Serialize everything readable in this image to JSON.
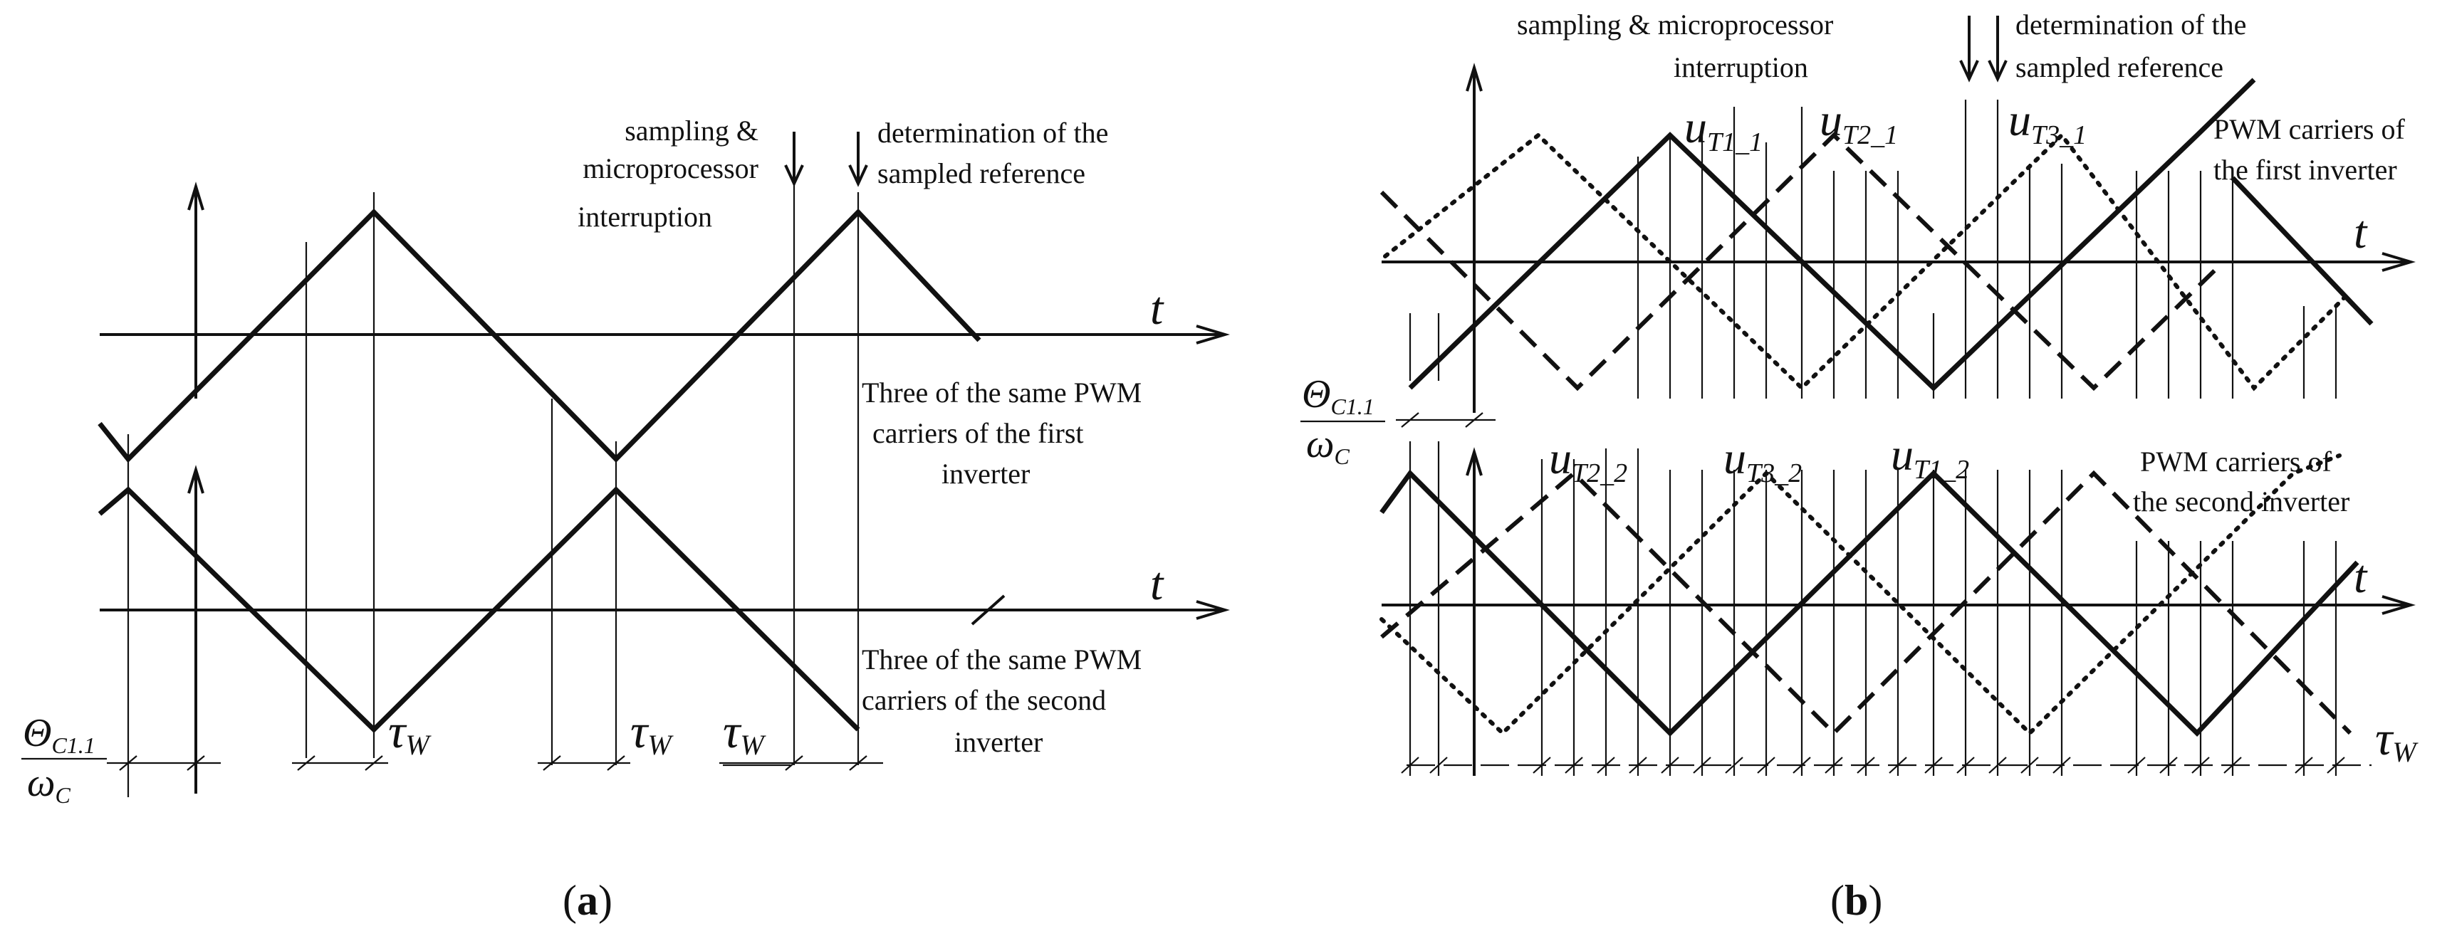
{
  "panel_a": {
    "label_open": "(",
    "label_letter": "a",
    "label_close": ")",
    "axis_symbol": "t",
    "sampling_lines": [
      "sampling &",
      "microprocessor",
      "interruption"
    ],
    "determination_lines": [
      "determination of the",
      "sampled reference"
    ],
    "first_carriers_lines": [
      "Three of the same PWM",
      "carriers of the first",
      "inverter"
    ],
    "second_carriers_lines": [
      "Three of the same PWM",
      "carriers of the second",
      "inverter"
    ],
    "tau_symbol": "τ",
    "tau_sub": "W",
    "theta_num": "Θ",
    "theta_num_sub": "C1.1",
    "theta_den": "ω",
    "theta_den_sub": "C"
  },
  "panel_b": {
    "label_open": "(",
    "label_letter": "b",
    "label_close": ")",
    "axis_symbol": "t",
    "sampling_lines": [
      "sampling & microprocessor",
      "interruption"
    ],
    "determination_lines": [
      "determination of the",
      "sampled reference"
    ],
    "first_carriers_lines": [
      "PWM carriers of",
      "the first inverter"
    ],
    "second_carriers_lines": [
      "PWM carriers of",
      "the second inverter"
    ],
    "tau_symbol": "τ",
    "tau_sub": "W",
    "theta_num": "Θ",
    "theta_num_sub": "C1.1",
    "theta_den": "ω",
    "theta_den_sub": "C",
    "u_symbol": "u",
    "carrier_labels_top": [
      "T1_1",
      "T2_1",
      "T3_1"
    ],
    "carrier_labels_bottom": [
      "T2_2",
      "T3_2",
      "T1_2"
    ]
  }
}
